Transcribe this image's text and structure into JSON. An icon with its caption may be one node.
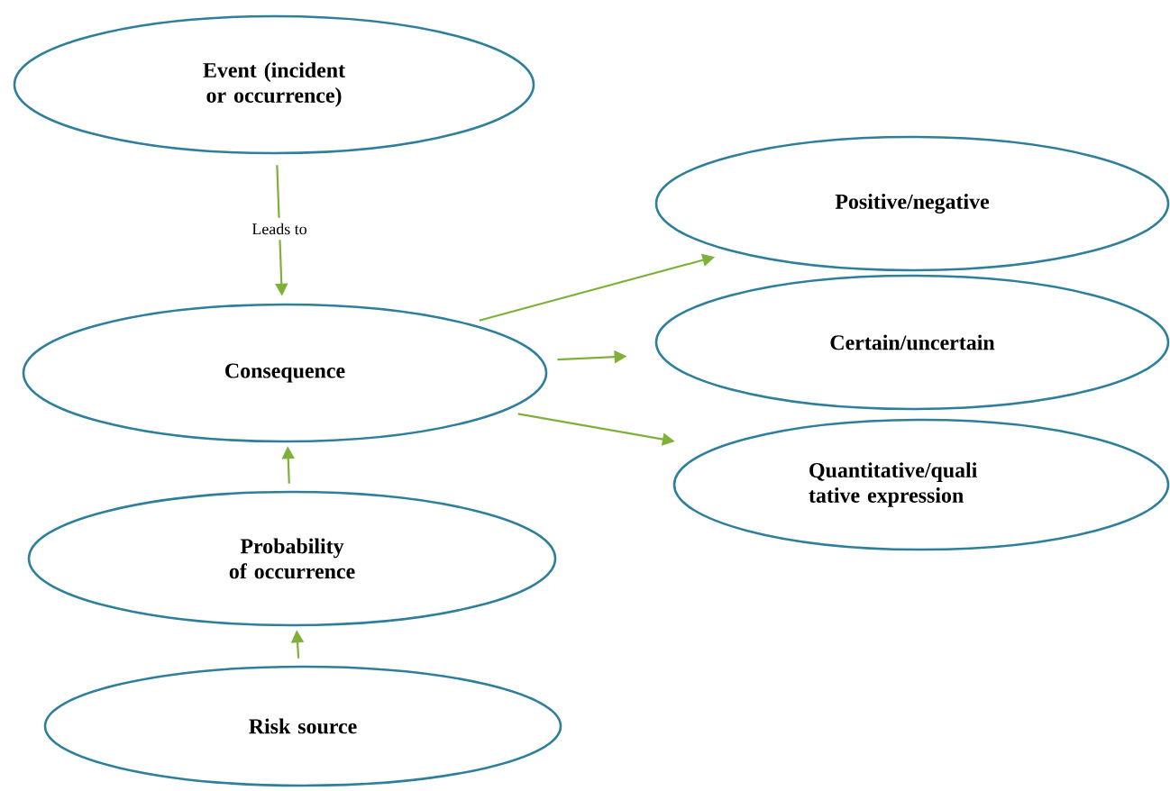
{
  "diagram": {
    "nodes": [
      {
        "text": [
          "Event (incident or occurrence)"
        ]
      },
      {
        "text": [
          "Consequence"
        ]
      },
      {
        "text": [
          "Positive/negative"
        ]
      },
      {
        "text": [
          "Certain/uncertain"
        ]
      },
      {
        "text": [
          "Quantitative/quali tative expression"
        ]
      },
      {
        "text": [
          "Probability of occurrence"
        ]
      },
      {
        "text": [
          "Risk source"
        ]
      }
    ],
    "edges": [
      {
        "from": 0,
        "to": 1,
        "arrow": "to",
        "label": "Leads to"
      },
      {
        "from": 1,
        "to": 2,
        "arrow": "to"
      },
      {
        "from": 1,
        "to": 3,
        "arrow": "to"
      },
      {
        "from": 1,
        "to": 4,
        "arrow": "to"
      },
      {
        "from": 5,
        "to": 1,
        "arrow": "to"
      },
      {
        "from": 6,
        "to": 5,
        "arrow": "to"
      }
    ]
  }
}
